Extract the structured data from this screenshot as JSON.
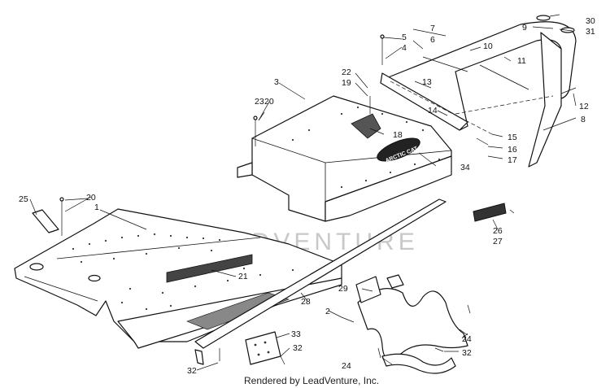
{
  "caption": "Rendered by LeadVenture, Inc.",
  "watermark": "LEADVENTURE",
  "emblem_text": "ARCTIC CAT",
  "callouts": [
    {
      "id": "c1",
      "text": "1"
    },
    {
      "id": "c2",
      "text": "2"
    },
    {
      "id": "c3",
      "text": "3"
    },
    {
      "id": "c4",
      "text": "4"
    },
    {
      "id": "c5",
      "text": "5"
    },
    {
      "id": "c6",
      "text": "6"
    },
    {
      "id": "c7",
      "text": "7"
    },
    {
      "id": "c8",
      "text": "8"
    },
    {
      "id": "c9",
      "text": "9"
    },
    {
      "id": "c10",
      "text": "10"
    },
    {
      "id": "c11",
      "text": "11"
    },
    {
      "id": "c12",
      "text": "12"
    },
    {
      "id": "c13",
      "text": "13"
    },
    {
      "id": "c14",
      "text": "14"
    },
    {
      "id": "c15",
      "text": "15"
    },
    {
      "id": "c16",
      "text": "16"
    },
    {
      "id": "c17",
      "text": "17"
    },
    {
      "id": "c18",
      "text": "18"
    },
    {
      "id": "c19",
      "text": "19"
    },
    {
      "id": "c20a",
      "text": "20"
    },
    {
      "id": "c20b",
      "text": "20"
    },
    {
      "id": "c21",
      "text": "21"
    },
    {
      "id": "c22",
      "text": "22"
    },
    {
      "id": "c23",
      "text": "23"
    },
    {
      "id": "c24a",
      "text": "24"
    },
    {
      "id": "c24b",
      "text": "24"
    },
    {
      "id": "c25",
      "text": "25"
    },
    {
      "id": "c26",
      "text": "26"
    },
    {
      "id": "c27",
      "text": "27"
    },
    {
      "id": "c28",
      "text": "28"
    },
    {
      "id": "c29",
      "text": "29"
    },
    {
      "id": "c30",
      "text": "30"
    },
    {
      "id": "c31",
      "text": "31"
    },
    {
      "id": "c32a",
      "text": "32"
    },
    {
      "id": "c32b",
      "text": "32"
    },
    {
      "id": "c32c",
      "text": "32"
    },
    {
      "id": "c33",
      "text": "33"
    },
    {
      "id": "c34",
      "text": "34"
    }
  ]
}
